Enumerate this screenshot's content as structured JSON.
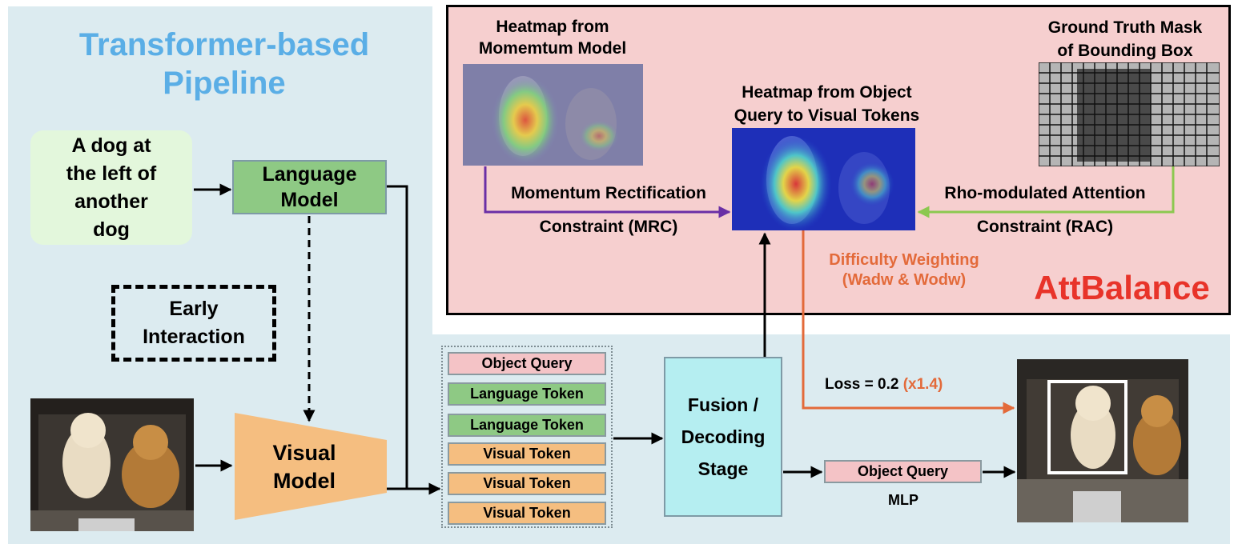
{
  "pipeline": {
    "title_line1": "Transformer-based",
    "title_line2": "Pipeline",
    "text_input": [
      "A dog at",
      "the left of",
      "another",
      "dog"
    ],
    "language_model": [
      "Language",
      "Model"
    ],
    "early_interaction": [
      "Early",
      "Interaction"
    ],
    "visual_model": [
      "Visual",
      "Model"
    ],
    "tokens": [
      {
        "label": "Object Query",
        "kind": "query"
      },
      {
        "label": "Language Token",
        "kind": "language"
      },
      {
        "label": "Language Token",
        "kind": "language"
      },
      {
        "label": "Visual Token",
        "kind": "visual"
      },
      {
        "label": "Visual Token",
        "kind": "visual"
      },
      {
        "label": "Visual Token",
        "kind": "visual"
      }
    ],
    "fusion_stage": [
      "Fusion /",
      "Decoding",
      "Stage"
    ],
    "output_query": "Object Query",
    "mlp_label": "MLP",
    "loss_text": "Loss = 0.2",
    "loss_multiplier": "(x1.4)"
  },
  "attbalance": {
    "name": "AttBalance",
    "heatmap_momentum": [
      "Heatmap from",
      "Momemtum Model"
    ],
    "heatmap_query": [
      "Heatmap from Object",
      "Query to Visual Tokens"
    ],
    "gt_mask": [
      "Ground Truth Mask",
      "of Bounding Box"
    ],
    "mrc": [
      "Momentum Rectification",
      "Constraint (MRC)"
    ],
    "rac": [
      "Rho-modulated Attention",
      "Constraint (RAC)"
    ],
    "difficulty": [
      "Difficulty Weighting",
      "(Wadw & Wodw)"
    ]
  },
  "colors": {
    "title_blue": "#5aaee6",
    "attbalance_red": "#e8342a",
    "difficulty_orange": "#e36a3a",
    "mrc_purple": "#6a2fa6",
    "rac_green": "#8cc850",
    "panel_pink": "#f6cfcf",
    "panel_blue": "#dcebf0"
  }
}
